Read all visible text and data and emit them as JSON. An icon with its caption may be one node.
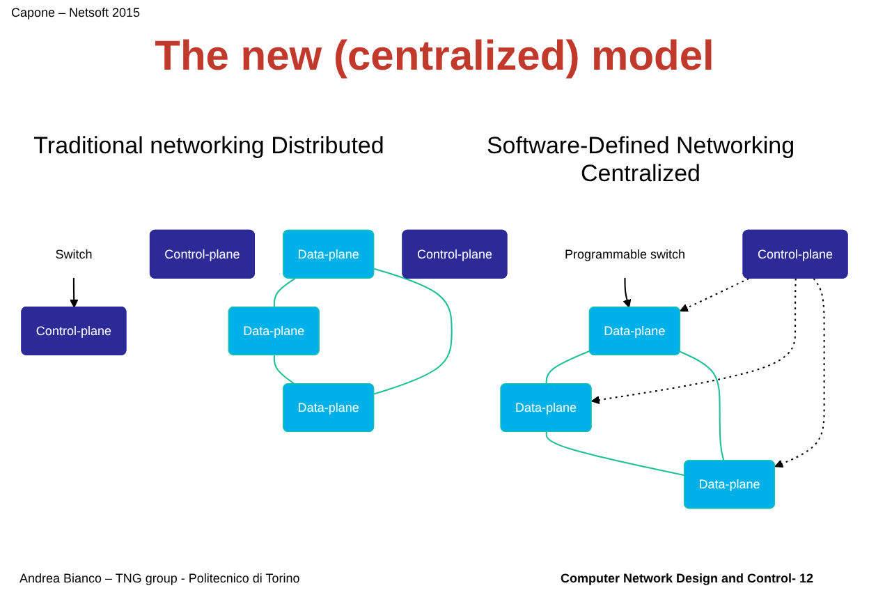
{
  "diagram": {
    "title": "The new (centralized) model",
    "nodes": [
      {
        "text": [
          "Switch"
        ]
      },
      {
        "text": [
          "Control-plane"
        ]
      },
      {
        "text": [
          "Data-plane"
        ]
      },
      {
        "text": [
          "Control-plane"
        ]
      },
      {
        "text": [
          "Data-plane"
        ]
      },
      {
        "text": [
          "Control-plane"
        ]
      },
      {
        "text": [
          "Data-plane"
        ]
      },
      {
        "text": [
          "Programmable switch"
        ]
      },
      {
        "text": [
          "Control-plane"
        ]
      },
      {
        "text": [
          "Data-plane"
        ]
      },
      {
        "text": [
          "Data-plane"
        ]
      },
      {
        "text": [
          "Data-plane"
        ]
      }
    ],
    "edges": [
      {
        "from": 0,
        "to": 3,
        "arrow": "to",
        "color": "#000000"
      },
      {
        "from": 2,
        "to": 4,
        "arrow": "none"
      },
      {
        "from": 2,
        "to": 6,
        "arrow": "none"
      },
      {
        "from": 4,
        "to": 6,
        "arrow": "none"
      },
      {
        "from": 7,
        "to": 9,
        "arrow": "to",
        "color": "#000000"
      },
      {
        "from": 8,
        "to": 9,
        "arrow": "to",
        "style": "dashed",
        "color": "#000000"
      },
      {
        "from": 8,
        "to": 10,
        "arrow": "to",
        "style": "dashed",
        "color": "#000000"
      },
      {
        "from": 8,
        "to": 11,
        "arrow": "to",
        "style": "dashed",
        "color": "#000000"
      },
      {
        "from": 9,
        "to": 10,
        "arrow": "none"
      },
      {
        "from": 9,
        "to": 11,
        "arrow": "none"
      },
      {
        "from": 10,
        "to": 11,
        "arrow": "none"
      }
    ],
    "labels": [
      "Capone – Netsoft 2015",
      "Traditional networking Distributed",
      "Software-Defined Networking Centralized",
      "Andrea Bianco – TNG group - Politecnico di Torino",
      "Computer Network Design and Control- 12"
    ]
  }
}
